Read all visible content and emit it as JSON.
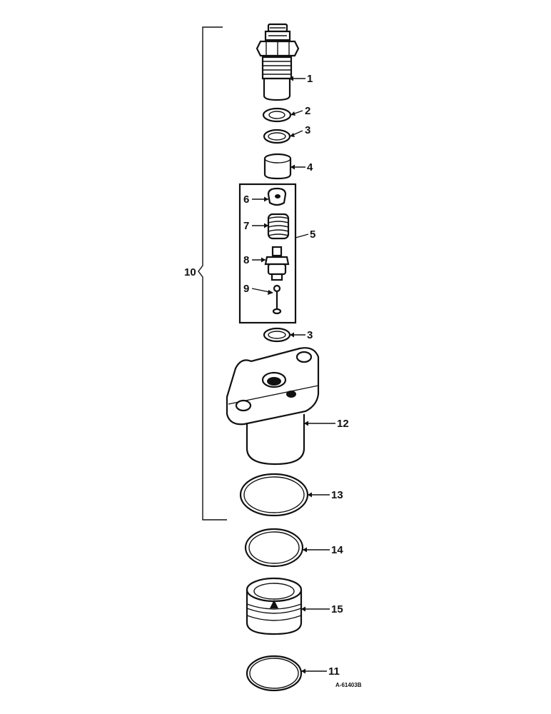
{
  "diagram": {
    "drawing_code": "A-61403B",
    "colors": {
      "ink": "#111111",
      "paper": "#ffffff"
    },
    "callouts": [
      {
        "id": "c1",
        "label": "1"
      },
      {
        "id": "c2",
        "label": "2"
      },
      {
        "id": "c3a",
        "label": "3"
      },
      {
        "id": "c4",
        "label": "4"
      },
      {
        "id": "c5",
        "label": "5"
      },
      {
        "id": "c6",
        "label": "6"
      },
      {
        "id": "c7",
        "label": "7"
      },
      {
        "id": "c8",
        "label": "8"
      },
      {
        "id": "c9",
        "label": "9"
      },
      {
        "id": "c3b",
        "label": "3"
      },
      {
        "id": "c10",
        "label": "10"
      },
      {
        "id": "c11",
        "label": "11"
      },
      {
        "id": "c12",
        "label": "12"
      },
      {
        "id": "c13",
        "label": "13"
      },
      {
        "id": "c14",
        "label": "14"
      },
      {
        "id": "c15",
        "label": "15"
      }
    ]
  }
}
